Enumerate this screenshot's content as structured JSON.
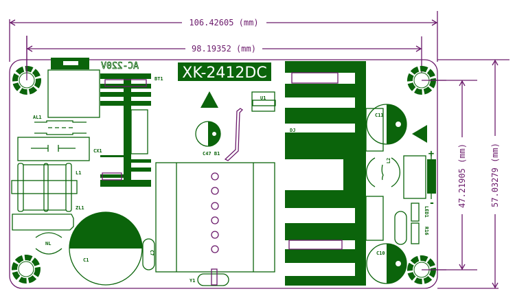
{
  "board": {
    "title": "XK-2412DC",
    "ac_label": "AC-220V"
  },
  "dimensions": {
    "overall_width": "106.42605 (mm)",
    "hole_spacing_width": "98.19352 (mm)",
    "hole_spacing_height": "47.21905 (mm)",
    "overall_height": "57.03279 (mm)"
  },
  "components": {
    "bt1": "BT1",
    "al1": "AL1",
    "cx1": "CX1",
    "l1": "L1",
    "zl1": "ZL1",
    "nl": "NL",
    "c1": "C1",
    "c7": "C7",
    "y1": "Y1",
    "u1": "U1",
    "c47": "C47 B1",
    "dj": "DJ",
    "c11": "C11",
    "l2": "L2",
    "led1": "LED1",
    "r16": "R16",
    "c10": "C10",
    "diode_plus": "+",
    "diode_minus": "-"
  },
  "colors": {
    "silkscreen": "#0b640b",
    "dimension": "#6b1a6b"
  }
}
